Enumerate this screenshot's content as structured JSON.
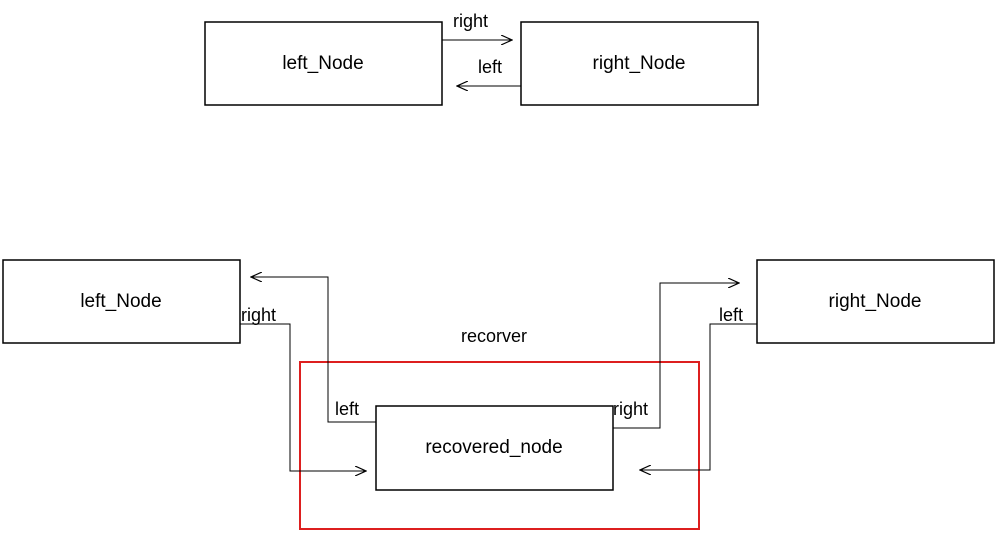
{
  "colors": {
    "stroke": "#000000",
    "highlight": "#dd1f1f",
    "background": "#ffffff"
  },
  "top": {
    "left_node": "left_Node",
    "right_node": "right_Node",
    "edge_right": "right",
    "edge_left": "left"
  },
  "bottom": {
    "left_node": "left_Node",
    "right_node": "right_Node",
    "recovered_node": "recovered_node",
    "group_label": "recorver",
    "left_node_right_label": "right",
    "right_node_left_label": "left",
    "recovered_left_label": "left",
    "recovered_right_label": "right"
  }
}
